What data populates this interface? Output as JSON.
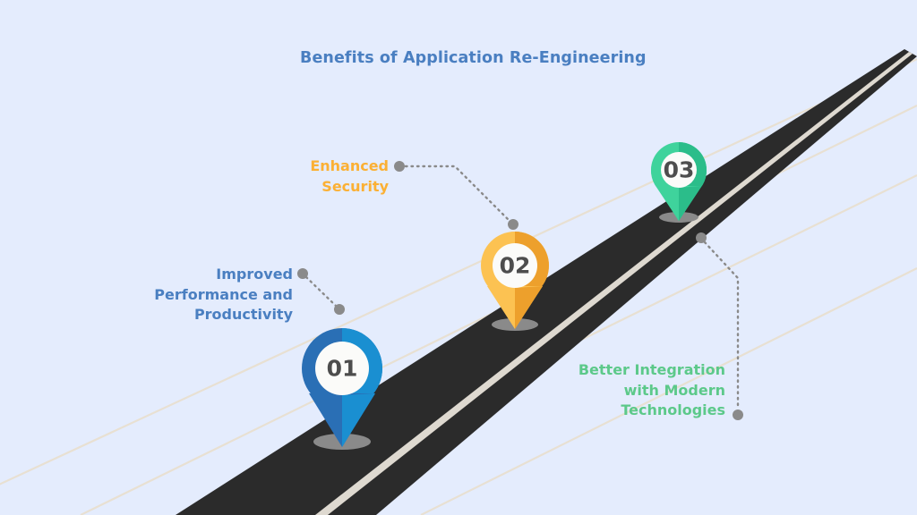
{
  "infographic": {
    "title": "Benefits of Application Re-Engineering",
    "background_color": "#e4ecfd",
    "title_color": "#4a7fc1",
    "road": {
      "surface_color": "#2b2b2b",
      "center_line_color": "#ded9d0",
      "background_line_color": "#e8e0d2"
    },
    "shadow_color": "#8a8a8a",
    "connector_color": "#8a8a8a",
    "benefits": [
      {
        "number": "01",
        "label": "Improved\nPerformance and\nProductivity",
        "color_left": "#2a6fb5",
        "color_right": "#1a8fd1",
        "text_color": "#4a7fc1",
        "number_color": "#4d4d4d"
      },
      {
        "number": "02",
        "label": "Enhanced\nSecurity",
        "color_left": "#fcc252",
        "color_right": "#eda02c",
        "text_color": "#fbb034",
        "number_color": "#4d4d4d"
      },
      {
        "number": "03",
        "label": "Better Integration\nwith Modern\nTechnologies",
        "color_left": "#3fd39c",
        "color_right": "#2bbd8a",
        "text_color": "#5cc98a",
        "number_color": "#4d4d4d"
      }
    ]
  }
}
